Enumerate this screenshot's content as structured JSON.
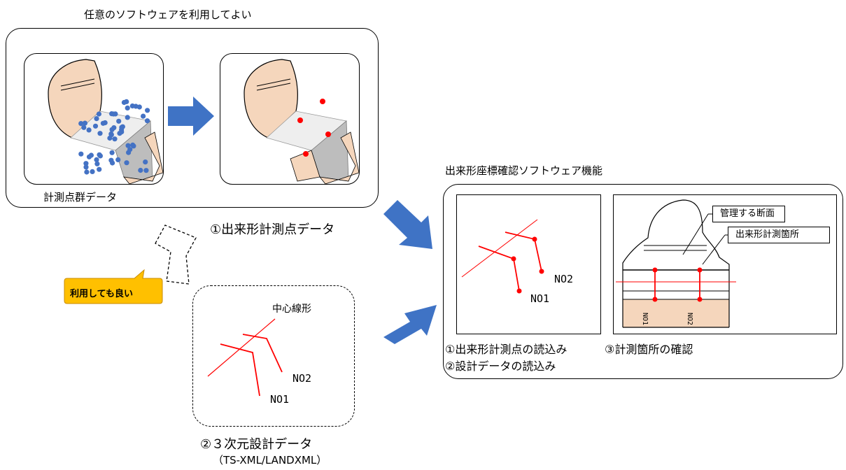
{
  "left_group": {
    "title": "任意のソフトウェアを利用してよい",
    "caption": "計測点群データ"
  },
  "arrow1_label": "①出来形計測点データ",
  "callout_label": "利用しても良い",
  "design_data": {
    "label_centerline": "中心線形",
    "label_no2": "NO2",
    "label_no1": "NO1",
    "caption_line1": "②３次元設計データ",
    "caption_line2": "（TS-XML/LANDXML）"
  },
  "software": {
    "title": "出来形座標確認ソフトウェア機能",
    "plan": {
      "label_no2": "NO2",
      "label_no1": "NO1"
    },
    "section": {
      "label_managed": "管理する断面",
      "label_points": "出来形計測箇所",
      "label_no1": "NO1",
      "label_no2": "NO2"
    },
    "caption_1": "①出来形計測点の読込み",
    "caption_2": "②設計データの読込み",
    "caption_3": "③計測箇所の確認"
  },
  "colors": {
    "arrow_blue": "#3f73c5",
    "point_blue": "#4472c4",
    "point_red": "#ff0000",
    "soil": "#f5d6bc",
    "callout_fill": "#ffc000"
  }
}
